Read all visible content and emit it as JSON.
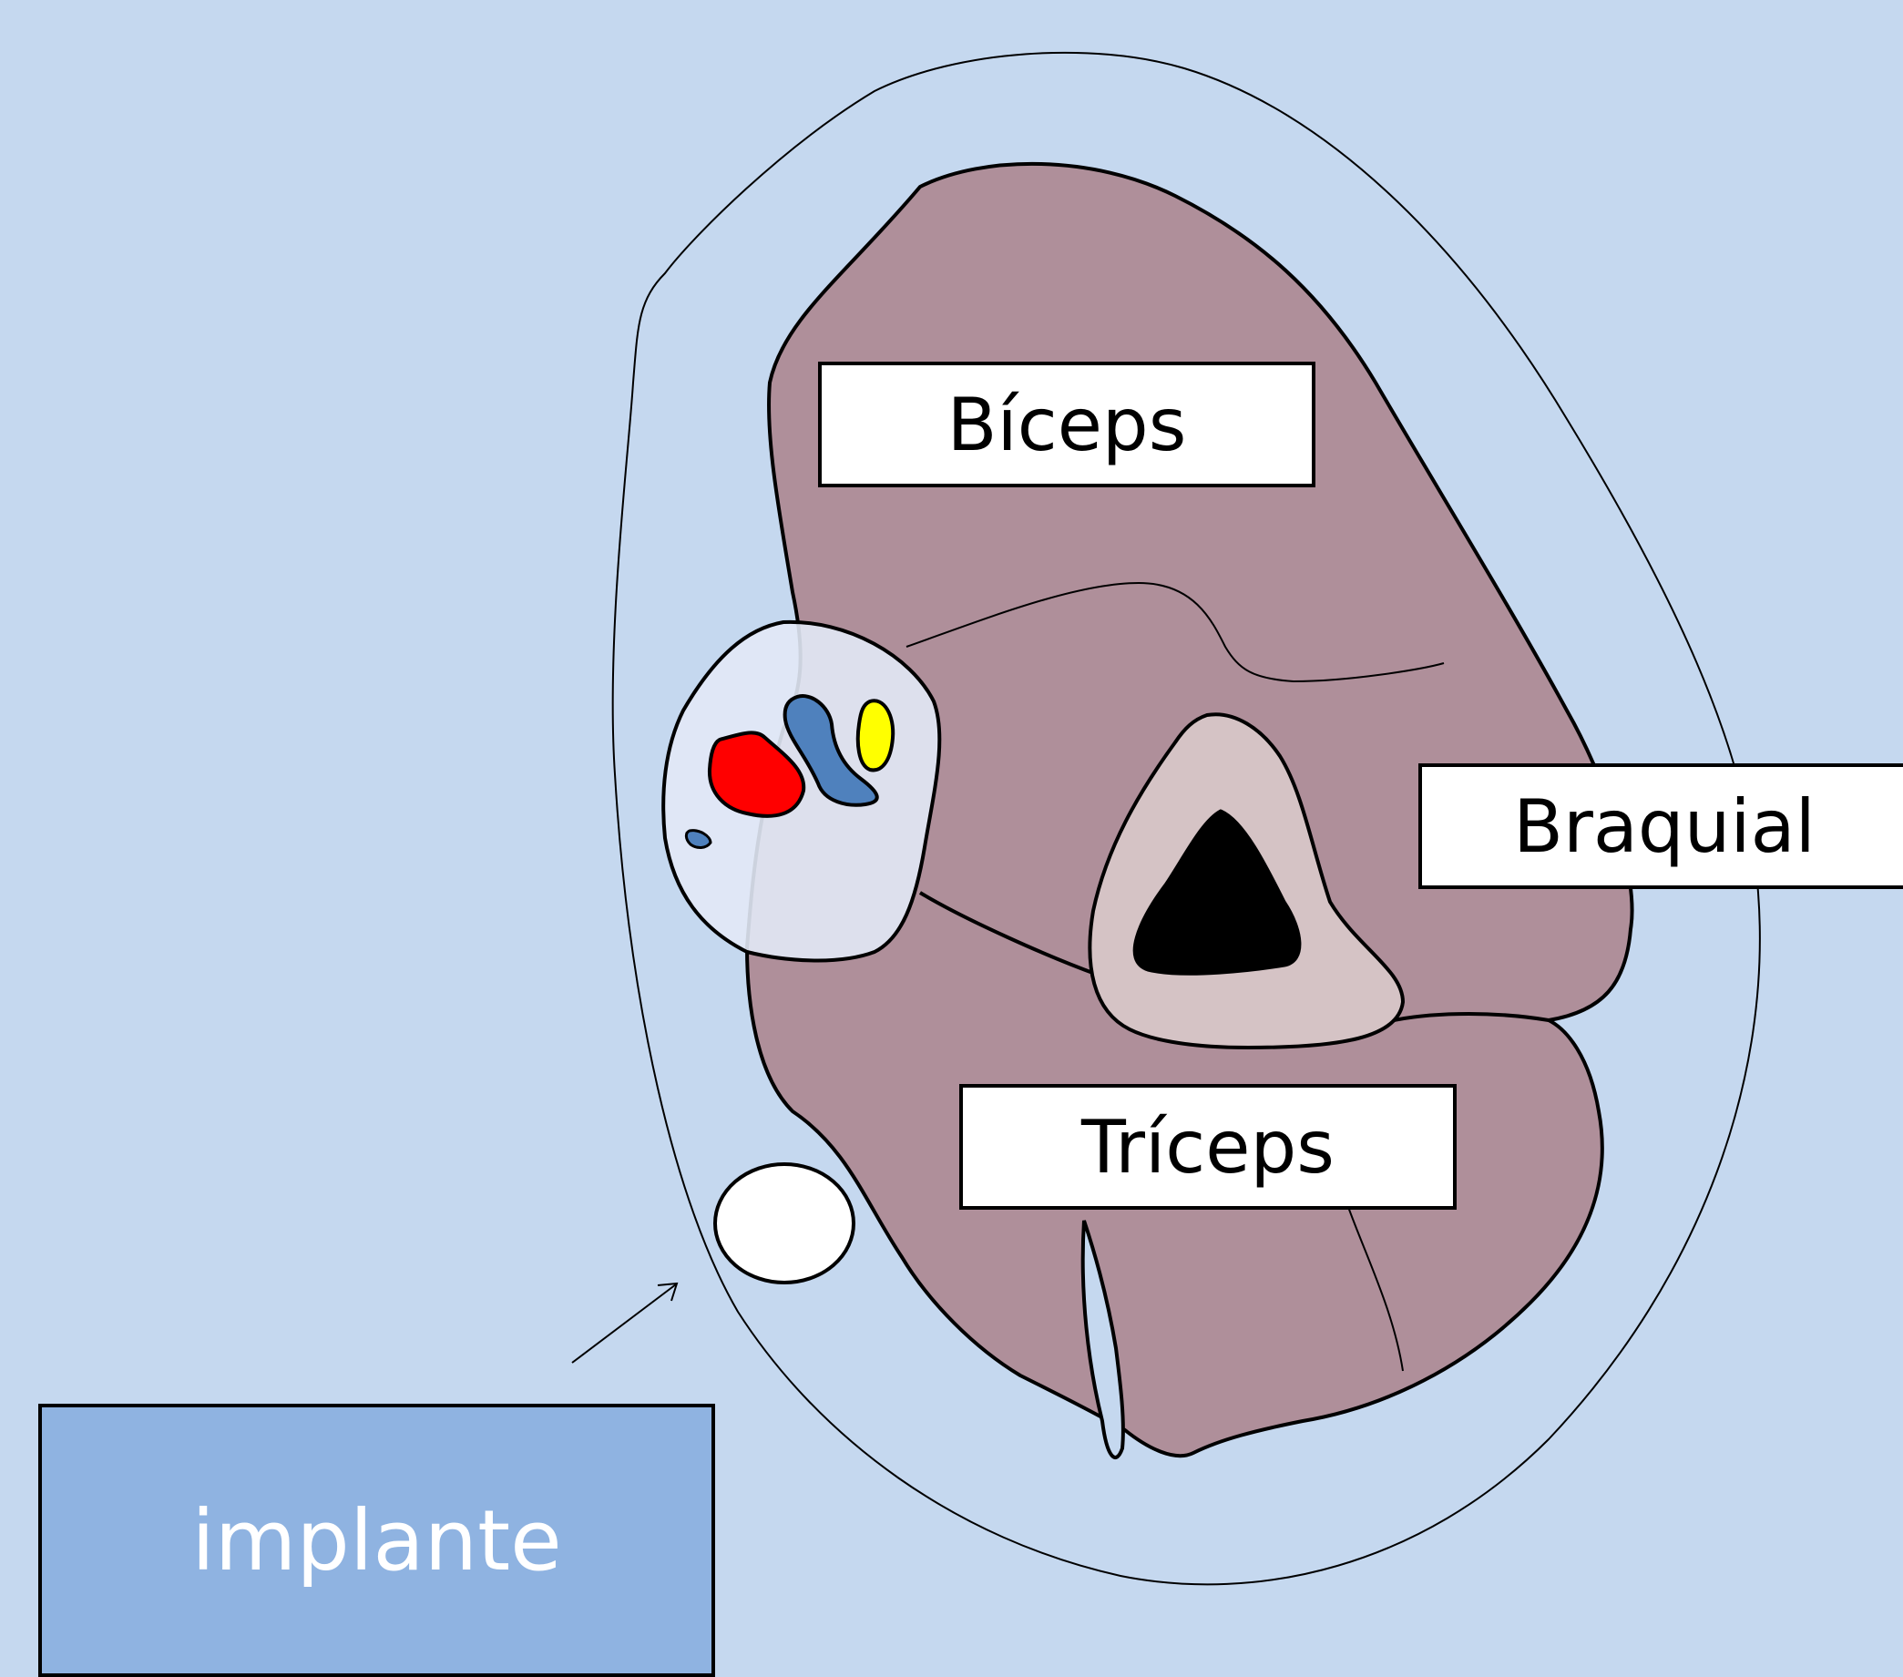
{
  "labels": {
    "biceps": "Bíceps",
    "braquial": "Braquial",
    "triceps": "Tríceps",
    "implante": "implante"
  },
  "colors": {
    "background": "#c5d8ef",
    "muscle": "#af8f9a",
    "bone_cortex": "#d5c3c5",
    "bone_marrow": "#000000",
    "neurovascular_bundle": "#e2e9f6",
    "artery": "#ff0000",
    "vein": "#4f81bd",
    "nerve": "#ffff00",
    "implant": "#ffffff",
    "implante_box": "#8fb3e1"
  },
  "icons": {
    "pointer": "arrow-icon"
  }
}
